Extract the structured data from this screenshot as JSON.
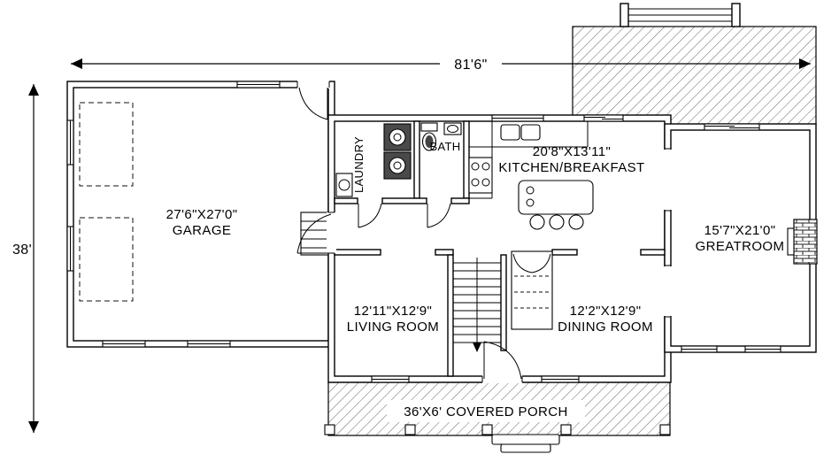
{
  "dimensions": {
    "overall_width": "81'6\"",
    "overall_depth": "38'"
  },
  "rooms": {
    "garage": {
      "size": "27'6\"X27'0\"",
      "name": "GARAGE"
    },
    "kitchen": {
      "size": "20'8\"X13'11\"",
      "name": "KITCHEN/BREAKFAST"
    },
    "greatroom": {
      "size": "15'7\"X21'0\"",
      "name": "GREATROOM"
    },
    "living_room": {
      "size": "12'11\"X12'9\"",
      "name": "LIVING ROOM"
    },
    "dining_room": {
      "size": "12'2\"X12'9\"",
      "name": "DINING ROOM"
    },
    "bath": {
      "name": "BATH"
    },
    "laundry": {
      "name": "LAUNDRY"
    },
    "porch": {
      "name": "36'X6' COVERED PORCH"
    }
  }
}
